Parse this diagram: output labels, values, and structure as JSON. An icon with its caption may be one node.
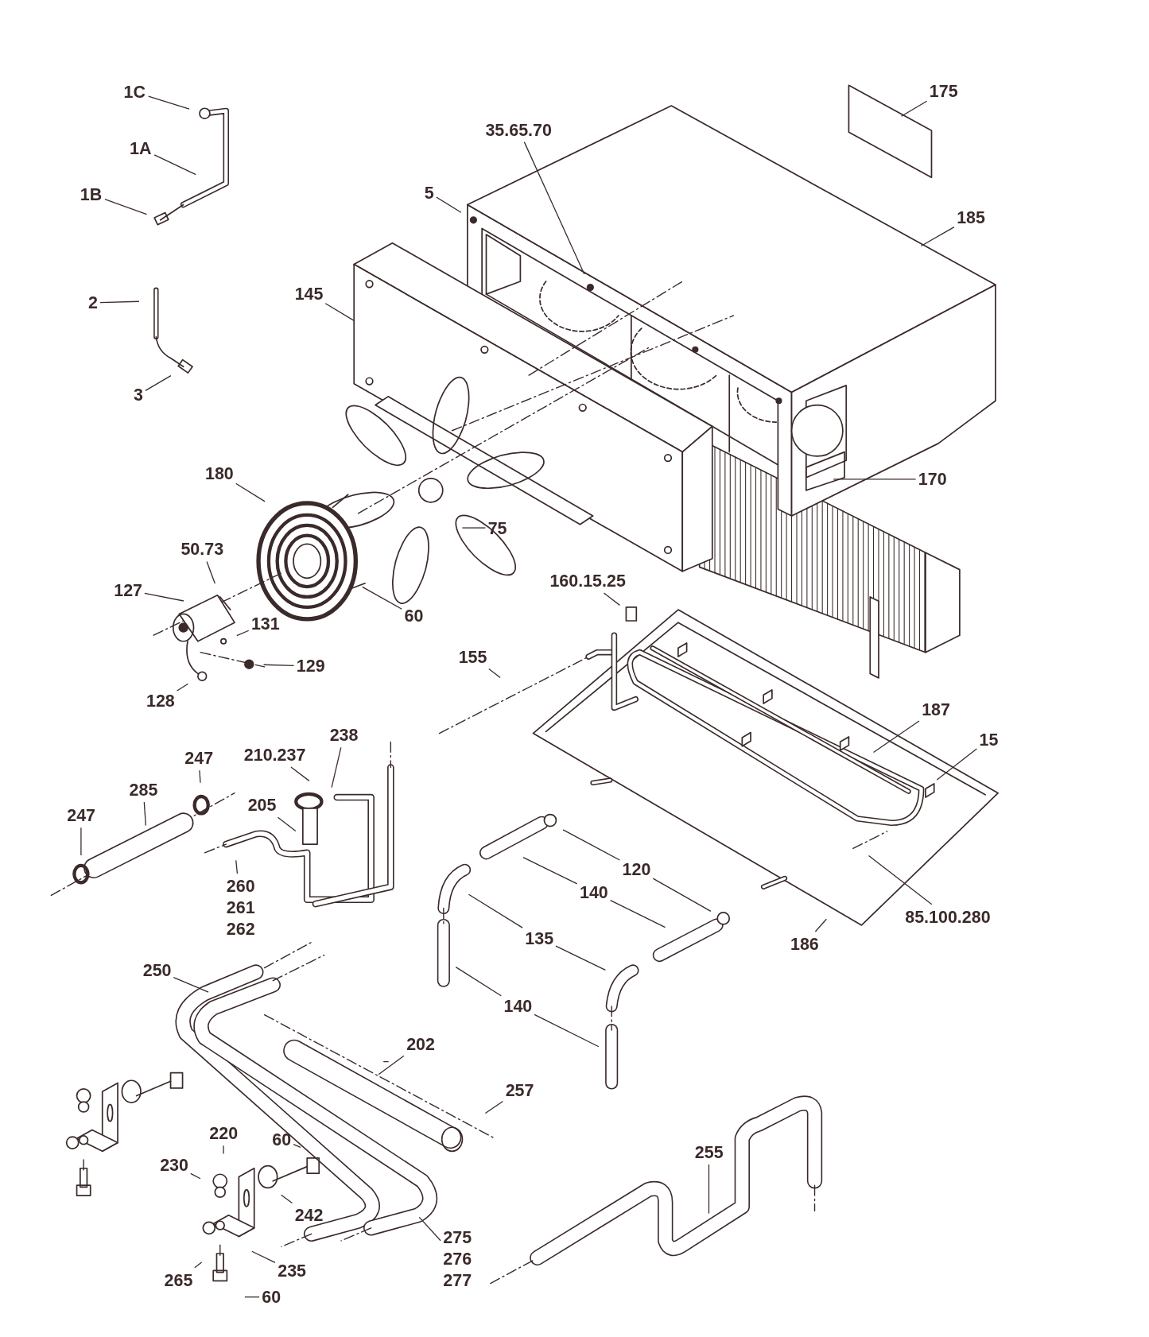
{
  "diagram": {
    "nodes": [
      {
        "text": [
          "1C"
        ]
      },
      {
        "text": [
          "1A"
        ]
      },
      {
        "text": [
          "1B"
        ]
      },
      {
        "text": [
          "2"
        ]
      },
      {
        "text": [
          "3"
        ]
      },
      {
        "text": [
          "35.65.70"
        ]
      },
      {
        "text": [
          "175"
        ]
      },
      {
        "text": [
          "5"
        ]
      },
      {
        "text": [
          "185"
        ]
      },
      {
        "text": [
          "145"
        ]
      },
      {
        "text": [
          "170"
        ]
      },
      {
        "text": [
          "180"
        ]
      },
      {
        "text": [
          "75"
        ]
      },
      {
        "text": [
          "50.73"
        ]
      },
      {
        "text": [
          "127"
        ]
      },
      {
        "text": [
          "60"
        ]
      },
      {
        "text": [
          "131"
        ]
      },
      {
        "text": [
          "129"
        ]
      },
      {
        "text": [
          "128"
        ]
      },
      {
        "text": [
          "160.15.25"
        ]
      },
      {
        "text": [
          "155"
        ]
      },
      {
        "text": [
          "187"
        ]
      },
      {
        "text": [
          "15"
        ]
      },
      {
        "text": [
          "238"
        ]
      },
      {
        "text": [
          "247"
        ]
      },
      {
        "text": [
          "210.237"
        ]
      },
      {
        "text": [
          "285"
        ]
      },
      {
        "text": [
          "205"
        ]
      },
      {
        "text": [
          "247"
        ]
      },
      {
        "text": [
          "260",
          "261",
          "262"
        ]
      },
      {
        "text": [
          "120"
        ]
      },
      {
        "text": [
          "140"
        ]
      },
      {
        "text": [
          "135"
        ]
      },
      {
        "text": [
          "140"
        ]
      },
      {
        "text": [
          "85.100.280"
        ]
      },
      {
        "text": [
          "186"
        ]
      },
      {
        "text": [
          "250"
        ]
      },
      {
        "text": [
          "202"
        ]
      },
      {
        "text": [
          "257"
        ]
      },
      {
        "text": [
          "255"
        ]
      },
      {
        "text": [
          "220"
        ]
      },
      {
        "text": [
          "60"
        ]
      },
      {
        "text": [
          "230"
        ]
      },
      {
        "text": [
          "242"
        ]
      },
      {
        "text": [
          "275",
          "276",
          "277"
        ]
      },
      {
        "text": [
          "265"
        ]
      },
      {
        "text": [
          "235"
        ]
      },
      {
        "text": [
          "60"
        ]
      }
    ],
    "edges": [
      {
        "from": 0,
        "to": null,
        "arrow": "none"
      },
      {
        "from": 1,
        "to": null,
        "arrow": "none"
      },
      {
        "from": 2,
        "to": null,
        "arrow": "none"
      },
      {
        "from": 3,
        "to": null,
        "arrow": "none"
      },
      {
        "from": 4,
        "to": null,
        "arrow": "none"
      },
      {
        "from": 5,
        "to": null,
        "arrow": "none"
      },
      {
        "from": 6,
        "to": null,
        "arrow": "none"
      },
      {
        "from": 7,
        "to": null,
        "arrow": "none"
      },
      {
        "from": 8,
        "to": null,
        "arrow": "none"
      },
      {
        "from": 9,
        "to": null,
        "arrow": "none"
      },
      {
        "from": 10,
        "to": null,
        "arrow": "none"
      },
      {
        "from": 11,
        "to": null,
        "arrow": "none"
      },
      {
        "from": 12,
        "to": null,
        "arrow": "none"
      },
      {
        "from": 13,
        "to": null,
        "arrow": "none"
      },
      {
        "from": 14,
        "to": null,
        "arrow": "none"
      },
      {
        "from": 15,
        "to": null,
        "arrow": "none"
      },
      {
        "from": 16,
        "to": null,
        "arrow": "none"
      },
      {
        "from": 17,
        "to": null,
        "arrow": "none"
      },
      {
        "from": 18,
        "to": null,
        "arrow": "none"
      },
      {
        "from": 19,
        "to": null,
        "arrow": "none"
      },
      {
        "from": 20,
        "to": null,
        "arrow": "none"
      },
      {
        "from": 21,
        "to": null,
        "arrow": "none"
      },
      {
        "from": 22,
        "to": null,
        "arrow": "none"
      },
      {
        "from": 23,
        "to": null,
        "arrow": "none"
      },
      {
        "from": 24,
        "to": null,
        "arrow": "none"
      },
      {
        "from": 25,
        "to": null,
        "arrow": "none"
      },
      {
        "from": 26,
        "to": null,
        "arrow": "none"
      },
      {
        "from": 27,
        "to": null,
        "arrow": "none"
      },
      {
        "from": 28,
        "to": null,
        "arrow": "none"
      },
      {
        "from": 29,
        "to": null,
        "arrow": "none"
      },
      {
        "from": 30,
        "to": null,
        "arrow": "none"
      },
      {
        "from": 30,
        "to": null,
        "arrow": "none"
      },
      {
        "from": 31,
        "to": null,
        "arrow": "none"
      },
      {
        "from": 31,
        "to": null,
        "arrow": "none"
      },
      {
        "from": 32,
        "to": null,
        "arrow": "none"
      },
      {
        "from": 32,
        "to": null,
        "arrow": "none"
      },
      {
        "from": 33,
        "to": null,
        "arrow": "none"
      },
      {
        "from": 33,
        "to": null,
        "arrow": "none"
      },
      {
        "from": 34,
        "to": null,
        "arrow": "none"
      },
      {
        "from": 35,
        "to": null,
        "arrow": "none"
      },
      {
        "from": 36,
        "to": null,
        "arrow": "none"
      },
      {
        "from": 37,
        "to": null,
        "arrow": "none"
      },
      {
        "from": 38,
        "to": null,
        "arrow": "none"
      },
      {
        "from": 39,
        "to": null,
        "arrow": "none"
      },
      {
        "from": 40,
        "to": null,
        "arrow": "none"
      },
      {
        "from": 41,
        "to": null,
        "arrow": "none"
      },
      {
        "from": 42,
        "to": null,
        "arrow": "none"
      },
      {
        "from": 43,
        "to": null,
        "arrow": "none"
      },
      {
        "from": 44,
        "to": null,
        "arrow": "none"
      },
      {
        "from": 45,
        "to": null,
        "arrow": "none"
      },
      {
        "from": 46,
        "to": null,
        "arrow": "none"
      },
      {
        "from": 47,
        "to": null,
        "arrow": "none"
      }
    ]
  }
}
